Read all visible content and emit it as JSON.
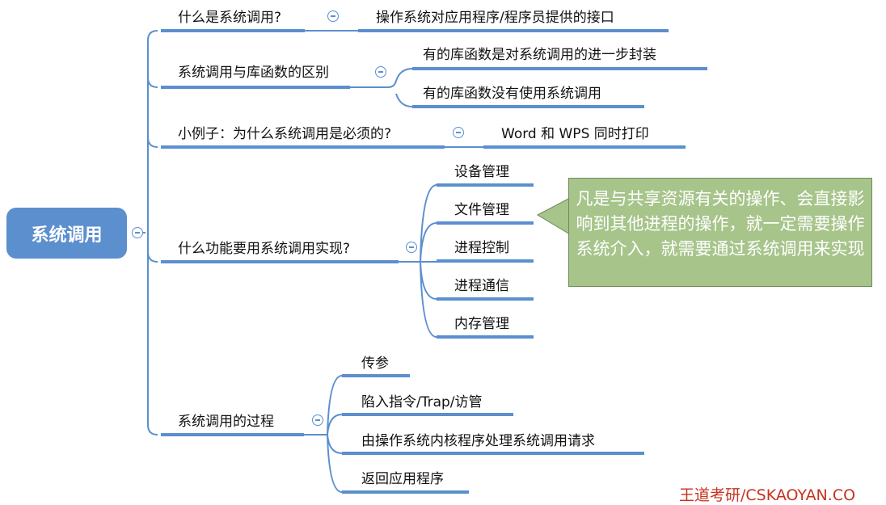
{
  "root": {
    "label": "系统调用"
  },
  "branches": [
    {
      "label": "什么是系统调用?",
      "children": [
        "操作系统对应用程序/程序员提供的接口"
      ]
    },
    {
      "label": "系统调用与库函数的区别",
      "children": [
        "有的库函数是对系统调用的进一步封装",
        "有的库函数没有使用系统调用"
      ]
    },
    {
      "label": "小例子：为什么系统调用是必须的?",
      "children": [
        "Word 和 WPS 同时打印"
      ]
    },
    {
      "label": "什么功能要用系统调用实现?",
      "children": [
        "设备管理",
        "文件管理",
        "进程控制",
        "进程通信",
        "内存管理"
      ]
    },
    {
      "label": "系统调用的过程",
      "children": [
        "传参",
        "陷入指令/Trap/访管",
        "由操作系统内核程序处理系统调用请求",
        "返回应用程序"
      ]
    }
  ],
  "callout": {
    "text": "凡是与共享资源有关的操作、会直接影响到其他进程的操作，就一定需要操作系统介入，就需要通过系统调用来实现"
  },
  "watermark": "王道考研/CSKAOYAN.CO",
  "colors": {
    "line": "#5b8fce",
    "callout": "#a7c48b",
    "watermark": "#c8321e"
  }
}
